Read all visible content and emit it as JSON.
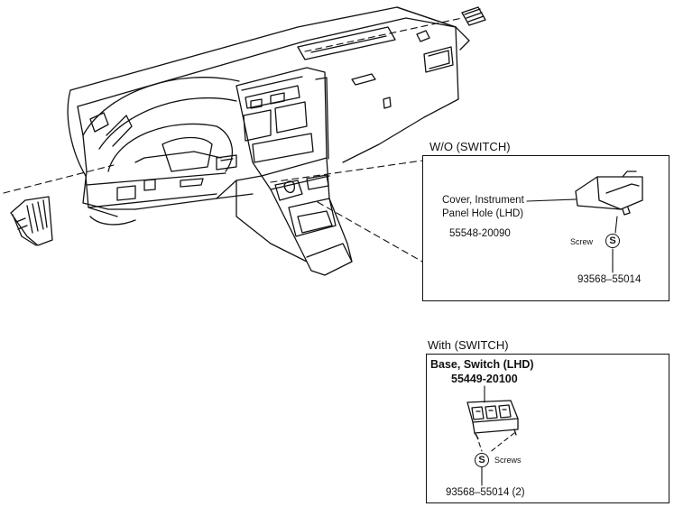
{
  "wo_switch": {
    "heading": "W/O (SWITCH)",
    "part_name_line1": "Cover, Instrument",
    "part_name_line2": "Panel Hole  (LHD)",
    "part_number": "55548-20090",
    "screw_label": "Screw",
    "screw_symbol": "S",
    "screw_part_number": "93568–55014"
  },
  "with_switch": {
    "heading": "With  (SWITCH)",
    "part_name": "Base, Switch (LHD)",
    "part_number": "55449-20100",
    "screw_label": "Screws",
    "screw_symbol": "S",
    "screw_part_number": "93568–55014 (2)"
  }
}
